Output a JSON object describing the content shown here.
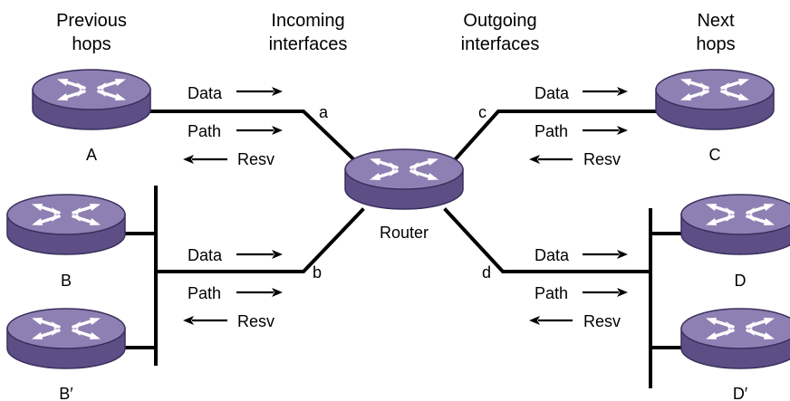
{
  "headers": {
    "previous_hops": [
      "Previous",
      "hops"
    ],
    "incoming_interfaces": [
      "Incoming",
      "interfaces"
    ],
    "outgoing_interfaces": [
      "Outgoing",
      "interfaces"
    ],
    "next_hops": [
      "Next",
      "hops"
    ]
  },
  "routers": {
    "A": "A",
    "B": "B",
    "B_prime": "B′",
    "C": "C",
    "D": "D",
    "D_prime": "D′",
    "center": "Router"
  },
  "interfaces": {
    "a": "a",
    "b": "b",
    "c": "c",
    "d": "d"
  },
  "messages": {
    "data": "Data",
    "path": "Path",
    "resv": "Resv"
  },
  "colors": {
    "router_top": "#8f80b4",
    "router_side": "#5d4f86",
    "router_edge": "#3a2f5c",
    "router_arrows": "#ffffff",
    "lines": "#000000"
  }
}
